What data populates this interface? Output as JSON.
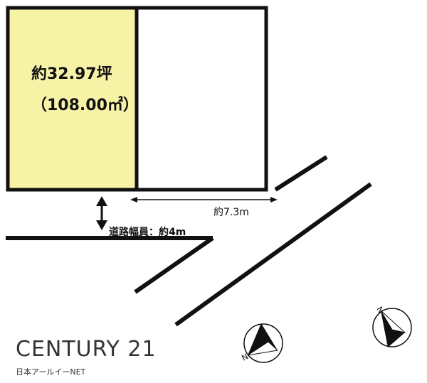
{
  "plot": {
    "area_tsubo": "約32.97坪",
    "area_m2": "（108.00㎡）",
    "fill_color": "#f7f3a6"
  },
  "dimensions": {
    "frontage": "約7.3m",
    "road_width": "道路幅員：約4m"
  },
  "brand": {
    "name": "CENTURY 21",
    "company": "日本アールイーNET"
  },
  "compass": {
    "north_label": "N"
  }
}
